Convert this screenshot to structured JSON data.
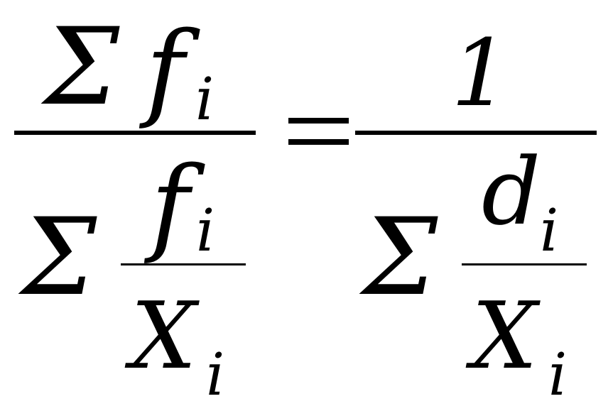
{
  "formula": {
    "left_fraction": {
      "numerator": {
        "sum": "Σ",
        "var": "f",
        "sub": "i"
      },
      "denominator": {
        "sum": "Σ",
        "inner_numerator": {
          "var": "f",
          "sub": "i"
        },
        "inner_denominator": {
          "var": "X",
          "sub": "i"
        }
      }
    },
    "equals": "=",
    "right_fraction": {
      "numerator": {
        "value": "1"
      },
      "denominator": {
        "sum": "Σ",
        "inner_numerator": {
          "var": "d",
          "sub": "i"
        },
        "inner_denominator": {
          "var": "X",
          "sub": "i"
        }
      }
    }
  }
}
